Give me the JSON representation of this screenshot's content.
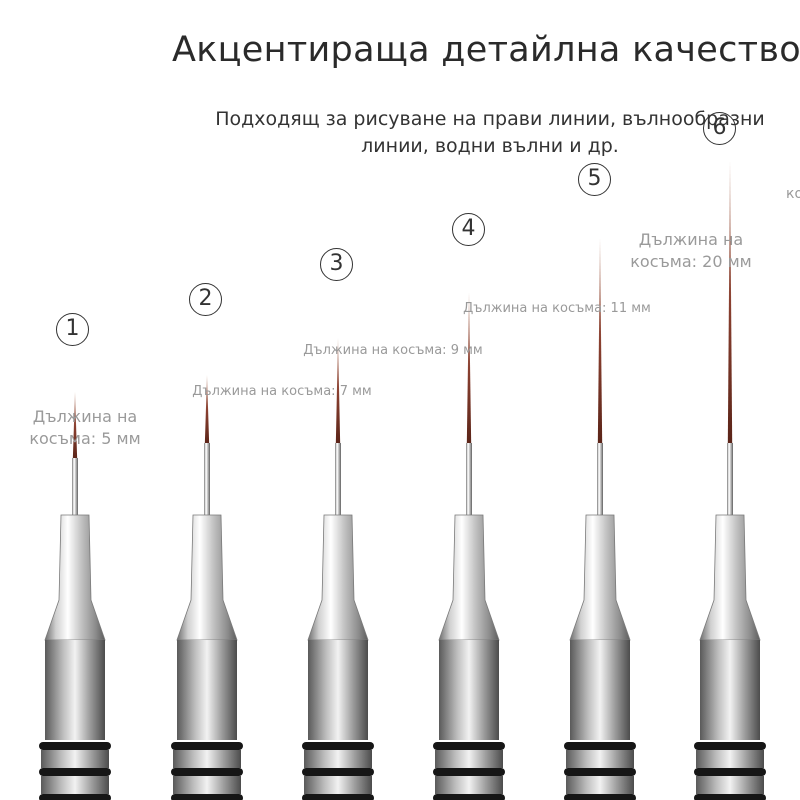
{
  "title": "Акцентираща детайлна качество",
  "subtitle": {
    "line1": "Подходящ за рисуване на прави линии, вълнообразни",
    "line2": "линии, водни вълни и др."
  },
  "edge_fragment": "ко",
  "colors": {
    "hair": "#7a3a28",
    "ferrule": "#b8b8b8",
    "ring": "#1a1a1a",
    "label": "#9a9a9a"
  },
  "brushes": [
    {
      "number": "①",
      "hair_label": "Дължина на косъма: 5 мм",
      "hair_label_lines": [
        "Дължина на",
        "косъма: 5 мм"
      ]
    },
    {
      "number": "②",
      "hair_label": "Дължина на косъма: 7 мм"
    },
    {
      "number": "③",
      "hair_label": "Дължина на косъма: 9 мм"
    },
    {
      "number": "④",
      "hair_label": "Дължина на косъма: 11 мм"
    },
    {
      "number": "⑤",
      "hair_label": ""
    },
    {
      "number": "⑥",
      "hair_label": "Дължина на косъма: 20 мм",
      "hair_label_lines": [
        "Дължина на",
        "косъма: 20 мм"
      ]
    }
  ]
}
